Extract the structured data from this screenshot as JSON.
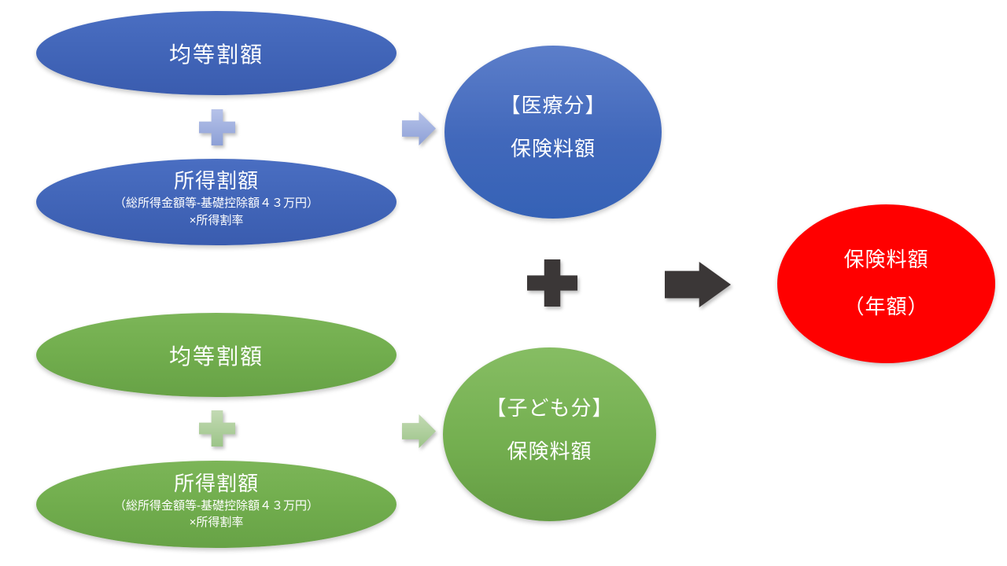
{
  "medical": {
    "equal_label": "均等割額",
    "income_label": "所得割額",
    "income_formula_line1": "（総所得金額等-基礎控除額４３万円）",
    "income_formula_line2": "×所得割率",
    "result_line1": "【医療分】",
    "result_line2": "保険料額"
  },
  "child": {
    "equal_label": "均等割額",
    "income_label": "所得割額",
    "income_formula_line1": "（総所得金額等-基礎控除額４３万円）",
    "income_formula_line2": "×所得割率",
    "result_line1": "【子ども分】",
    "result_line2": "保険料額"
  },
  "total": {
    "line1": "保険料額",
    "line2": "（年額）"
  },
  "icons": {
    "plus": "+",
    "arrow_right": "→"
  },
  "colors": {
    "blue": "#3f63b8",
    "blue_light": "#9fb0de",
    "green": "#6fad4a",
    "green_light": "#aecf9a",
    "red": "#ff0000",
    "dark": "#3b3737",
    "text": "#ffffff"
  }
}
